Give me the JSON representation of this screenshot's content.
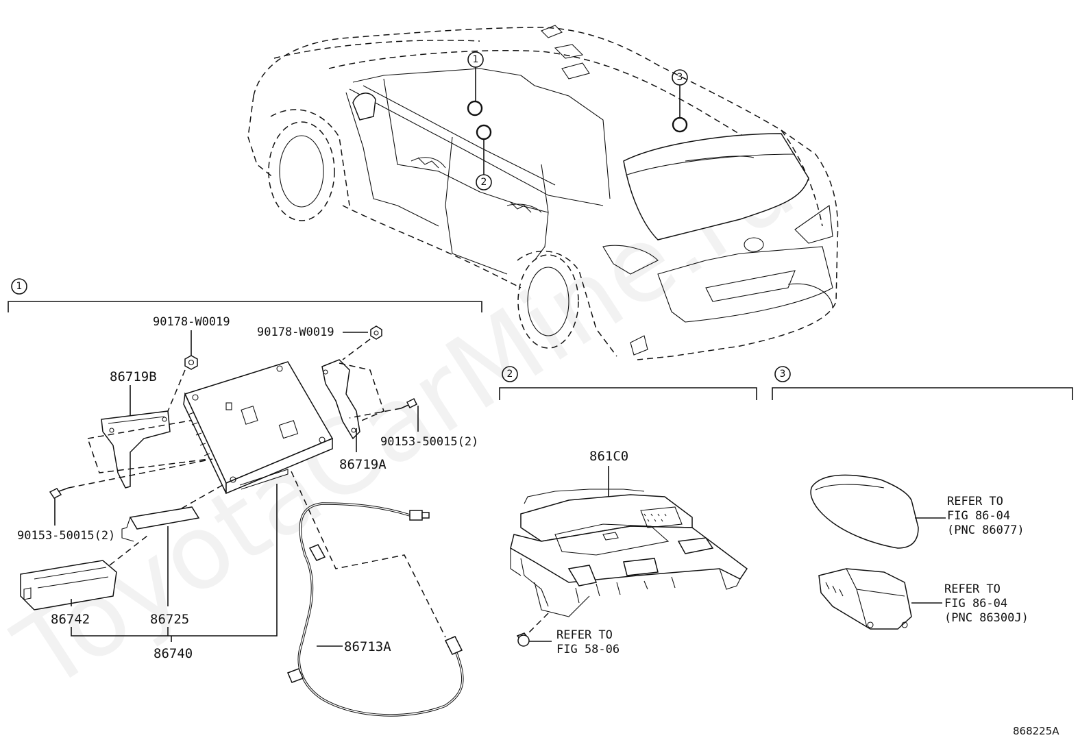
{
  "watermark": "ToyotaCarMine.ru",
  "drawing_number": "868225A",
  "callouts": {
    "c1": "1",
    "c2": "2",
    "c3": "3"
  },
  "section1": {
    "nut_left": "90178-W0019",
    "nut_right": "90178-W0019",
    "bracket_left": "86719B",
    "bracket_right": "86719A",
    "bolt_right": "90153-50015(2)",
    "bolt_left": "90153-50015(2)",
    "sub_left": "86742",
    "sub_mid": "86725",
    "assembly": "86740",
    "cable": "86713A"
  },
  "section2": {
    "part": "861C0",
    "refer_line1": "REFER TO",
    "refer_line2": "FIG 58-06"
  },
  "section3": {
    "refer_a_line1": "REFER TO",
    "refer_a_line2": "FIG 86-04",
    "refer_a_line3": "(PNC 86077)",
    "refer_b_line1": "REFER TO",
    "refer_b_line2": "FIG 86-04",
    "refer_b_line3": "(PNC 86300J)"
  }
}
